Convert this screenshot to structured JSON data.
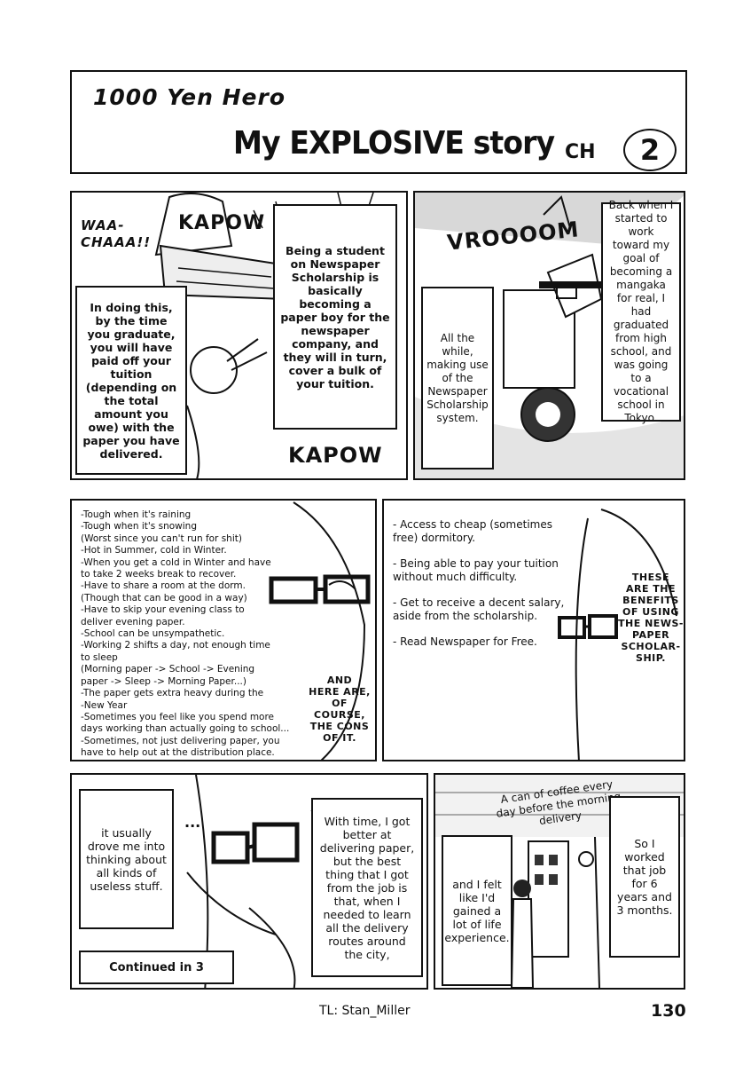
{
  "header": {
    "series": "1000 Yen Hero",
    "title": "My EXPLOSIVE story",
    "chapter_label": "CH",
    "chapter_number": "2"
  },
  "row1": {
    "left": {
      "sfx_waa": "WAA-\nCHAAA!!",
      "sfx_kapow_top": "KAPOW",
      "sfx_kapow_bottom": "KAPOW",
      "box_tuition": "In doing this, by the time you graduate, you will have paid off your tuition (depending on the total amount you owe) with the paper you have delivered.",
      "box_scholarship": "Being a student on Newspaper Scholarship is basically becoming a paper boy for the newspaper company, and they will in turn, cover a bulk of your tuition."
    },
    "right": {
      "sfx_vroom": "VROOOOM",
      "box_allwhile": "All the while, making use of the Newspaper Scholarship system.",
      "box_backwhen": "Back when I started to work toward my goal of becoming a mangaka for real, I had graduated from high school, and was going to a vocational school in Tokyo."
    }
  },
  "row2": {
    "cons": [
      "-Tough when it's raining",
      "-Tough when it's snowing",
      "(Worst since you can't run for shit)",
      "-Hot in Summer, cold in Winter.",
      "-When you get a cold in Winter and have",
      "to take 2 weeks break to recover.",
      "-Have to share a room at the dorm.",
      "(Though that can be good in a way)",
      "-Have to skip your evening class to",
      "deliver evening paper.",
      "-School can be unsympathetic.",
      "-Working 2 shifts a day, not enough time",
      "to sleep",
      "(Morning paper -> School -> Evening",
      "paper -> Sleep -> Morning Paper...)",
      "-The paper gets extra heavy during the",
      "-New Year",
      "-Sometimes you feel like you spend more",
      "days working than actually going to school...",
      "-Sometimes, not just delivering paper, you",
      "have to help out at the distribution place."
    ],
    "cons_caption": "AND\nHERE ARE,\nOF COURSE,\nTHE CONS\nOF IT.",
    "benefits": [
      "- Access to cheap (sometimes free) dormitory.",
      "- Being able to pay your tuition without much difficulty.",
      "- Get to receive a decent salary, aside from the scholarship.",
      "- Read Newspaper for Free."
    ],
    "benefits_caption": "THESE\nARE THE\nBENEFITS\nOF USING\nTHE NEWS-\nPAPER\nSCHOLAR-\nSHIP."
  },
  "row3": {
    "left": {
      "box_useless": "it usually drove me into thinking about all kinds of useless stuff.",
      "dots": "...",
      "box_withtime": "With time, I got better at delivering paper, but the best thing that I got from the job is that, when I needed to learn all the delivery routes around the city,",
      "continued": "Continued in 3"
    },
    "right": {
      "coffee_note": "A can of coffee every day before the morning delivery",
      "box_experience": "and I felt like I'd gained a lot of life experience.",
      "box_worked": "So I worked that job for 6 years and 3 months."
    }
  },
  "footer": {
    "credit": "TL: Stan_Miller",
    "page_number": "130"
  }
}
